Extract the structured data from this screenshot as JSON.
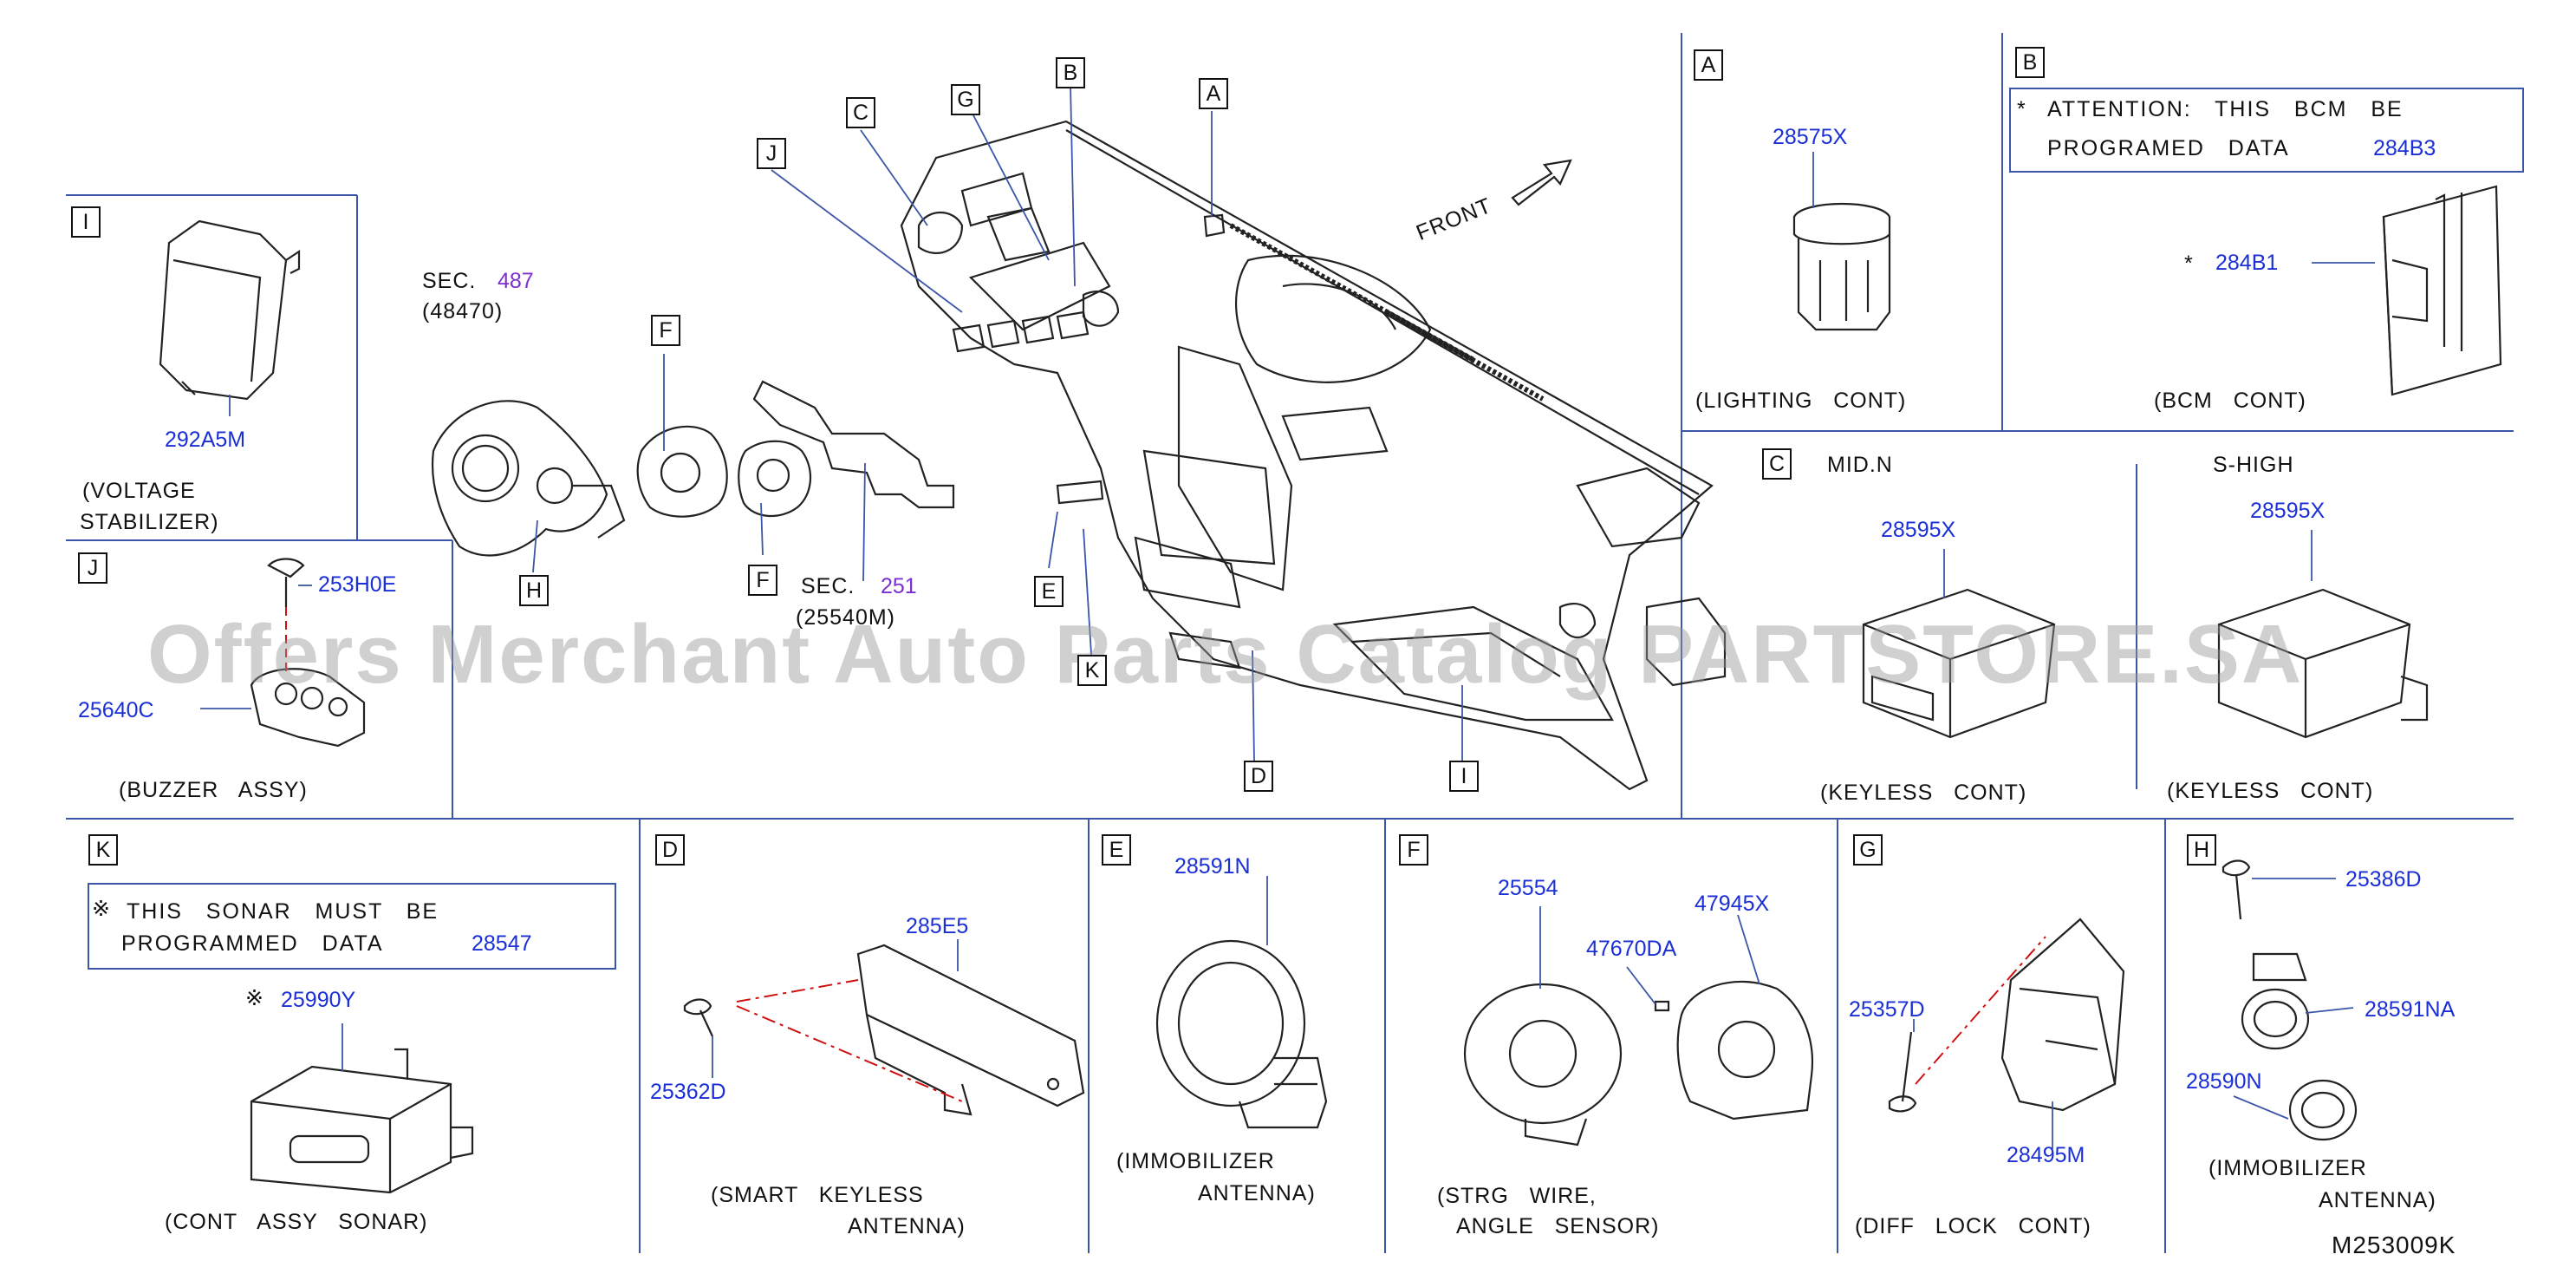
{
  "watermark": "Offers Merchant Auto Parts Catalog PARTSTORE.SA",
  "drawing_code": "M253009K",
  "main": {
    "front_label": "FRONT",
    "callouts": [
      "A",
      "B",
      "C",
      "D",
      "E",
      "F",
      "G",
      "H",
      "I",
      "J",
      "K"
    ],
    "sec_left": {
      "prefix": "SEC.",
      "number": "487",
      "sub": "(48470)"
    },
    "sec_mid": {
      "prefix": "SEC.",
      "number": "251",
      "sub": "(25540M)"
    }
  },
  "panels": {
    "I": {
      "letter": "I",
      "parts": [
        "292A5M"
      ],
      "caption1": "(VOLTAGE",
      "caption2": "STABILIZER)"
    },
    "J": {
      "letter": "J",
      "parts": [
        "253H0E",
        "25640C"
      ],
      "caption1": "(BUZZER   ASSY)"
    },
    "A": {
      "letter": "A",
      "parts": [
        "28575X"
      ],
      "caption1": "(LIGHTING   CONT)"
    },
    "B": {
      "letter": "B",
      "note_star": "*",
      "note_line1": "ATTENTION:   THIS   BCM   BE",
      "note_line2": "PROGRAMED   DATA",
      "note_part": "284B3",
      "part_star": "*",
      "parts": [
        "284B1"
      ],
      "caption1": "(BCM   CONT)"
    },
    "C": {
      "letter": "C",
      "left_title": "MID.N",
      "right_title": "S-HIGH",
      "parts": [
        "28595X",
        "28595X"
      ],
      "caption_left": "(KEYLESS   CONT)",
      "caption_right": "(KEYLESS   CONT)"
    },
    "K": {
      "letter": "K",
      "note_mark": "※",
      "note_line1": "THIS   SONAR   MUST   BE",
      "note_line2": "PROGRAMMED   DATA",
      "note_part": "28547",
      "part_mark": "※",
      "parts": [
        "25990Y"
      ],
      "caption1": "(CONT   ASSY   SONAR)"
    },
    "D": {
      "letter": "D",
      "parts": [
        "285E5",
        "25362D"
      ],
      "caption1": "(SMART   KEYLESS",
      "caption2": "ANTENNA)"
    },
    "E": {
      "letter": "E",
      "parts": [
        "28591N"
      ],
      "caption1": "(IMMOBILIZER",
      "caption2": "ANTENNA)"
    },
    "F": {
      "letter": "F",
      "parts": [
        "25554",
        "47945X",
        "47670DA"
      ],
      "caption1": "(STRG   WIRE,",
      "caption2": "ANGLE   SENSOR)"
    },
    "G": {
      "letter": "G",
      "parts": [
        "25357D",
        "28495M"
      ],
      "caption1": "(DIFF   LOCK   CONT)"
    },
    "H": {
      "letter": "H",
      "parts": [
        "25386D",
        "28591NA",
        "28590N"
      ],
      "caption1": "(IMMOBILIZER",
      "caption2": "ANTENNA)"
    }
  },
  "colors": {
    "part_number": "#1a2fd6",
    "section_ref": "#7b2fd0",
    "frame": "#3b56a8",
    "leader_red": "#d01010"
  }
}
